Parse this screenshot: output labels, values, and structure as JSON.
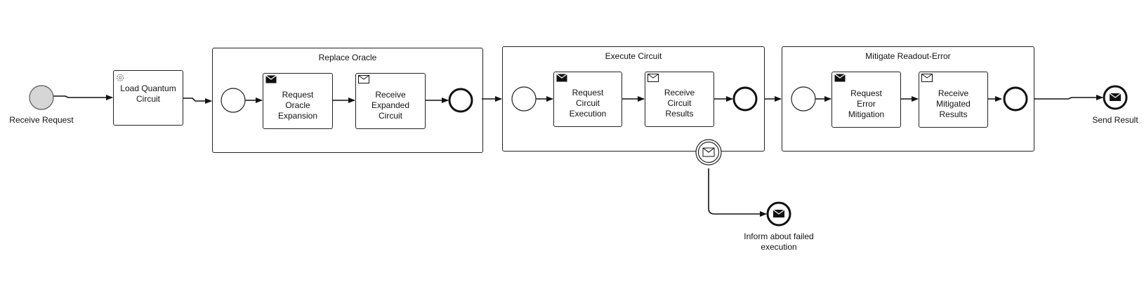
{
  "process": {
    "start_event": {
      "label": "Receive Request"
    },
    "load_task": {
      "label": "Load Quantum Circuit",
      "icon": "gear-icon"
    },
    "end_event": {
      "label": "Send Result",
      "icon": "envelope-filled-icon"
    },
    "error_end_event": {
      "label": "Inform about failed execution",
      "icon": "envelope-filled-icon"
    },
    "boundary_event": {
      "icon": "envelope-outline-icon"
    }
  },
  "subprocesses": {
    "replace_oracle": {
      "title": "Replace Oracle",
      "task1": {
        "label": "Request Oracle Expansion",
        "icon": "envelope-filled-icon"
      },
      "task2": {
        "label": "Receive Expanded Circuit",
        "icon": "envelope-outline-icon"
      }
    },
    "execute_circuit": {
      "title": "Execute Circuit",
      "task1": {
        "label": "Request Circuit Execution",
        "icon": "envelope-filled-icon"
      },
      "task2": {
        "label": "Receive Circuit Results",
        "icon": "envelope-outline-icon"
      }
    },
    "mitigate_readout": {
      "title": "Mitigate Readout-Error",
      "task1": {
        "label": "Request Error Mitigation",
        "icon": "envelope-filled-icon"
      },
      "task2": {
        "label": "Receive Mitigated Results",
        "icon": "envelope-outline-icon"
      }
    }
  }
}
